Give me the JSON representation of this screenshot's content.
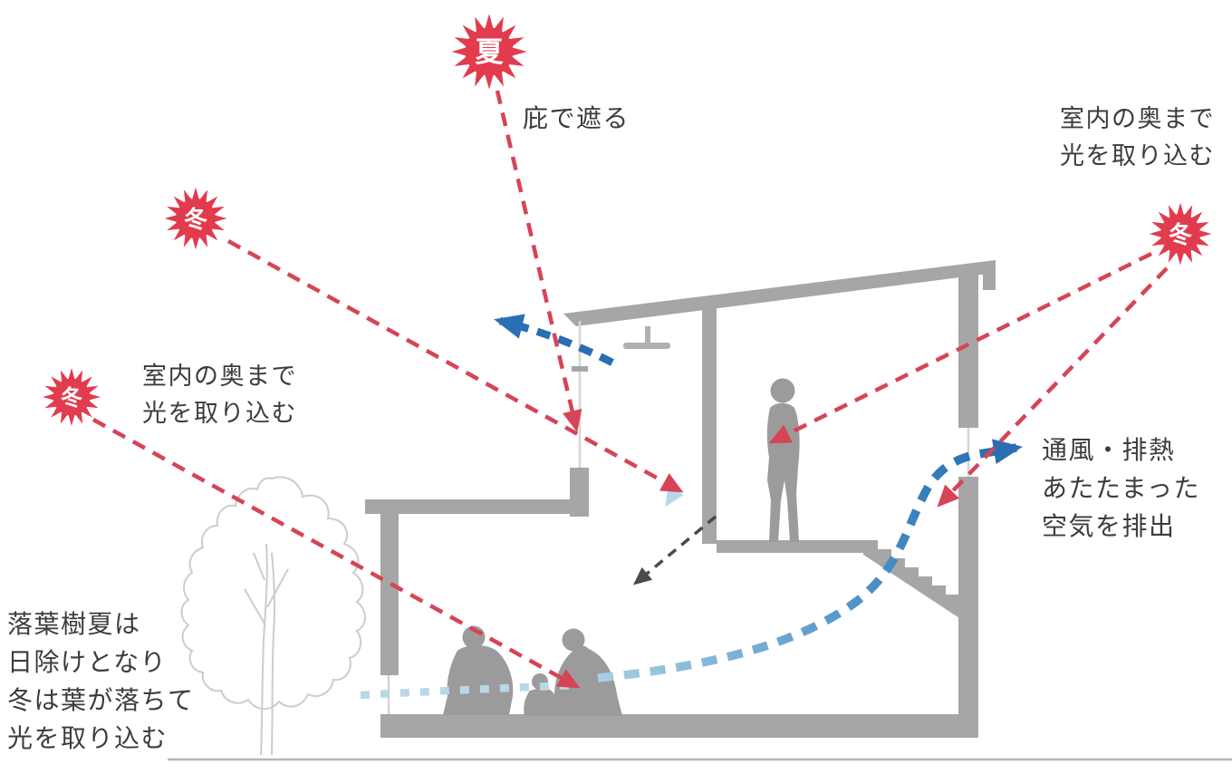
{
  "diagram_title": "passive-design-house-section",
  "suns": [
    {
      "name": "summer-sun-top",
      "kanji": "夏"
    },
    {
      "name": "winter-sun-upper-left",
      "kanji": "冬"
    },
    {
      "name": "winter-sun-lower-left",
      "kanji": "冬"
    },
    {
      "name": "winter-sun-right",
      "kanji": "冬"
    }
  ],
  "annotations": {
    "eaves": {
      "lines": [
        "庇で遮る"
      ]
    },
    "daylight_right": {
      "lines": [
        "室内の奥まで",
        "光を取り込む"
      ]
    },
    "daylight_left": {
      "lines": [
        "室内の奥まで",
        "光を取り込む"
      ]
    },
    "ventilation": {
      "lines": [
        "通風・排熱",
        "あたたまった",
        "空気を排出"
      ]
    },
    "tree": {
      "lines": [
        "落葉樹夏は",
        "日除けとなり",
        "冬は葉が落ちて",
        "光を取り込む"
      ]
    }
  },
  "colors": {
    "sun_red": "#e23b4e",
    "arrow_red": "#d64456",
    "arrow_blue": "#2a6fb3",
    "arrow_light_blue": "#b9d8e7",
    "arrow_dark": "#4a4a4a",
    "structure_gray": "#a6a6a6",
    "silhouette_gray": "#9b9b9b",
    "tree_outline_gray": "#cccccc",
    "text_color": "#3c3c3c",
    "background": "#ffffff"
  }
}
